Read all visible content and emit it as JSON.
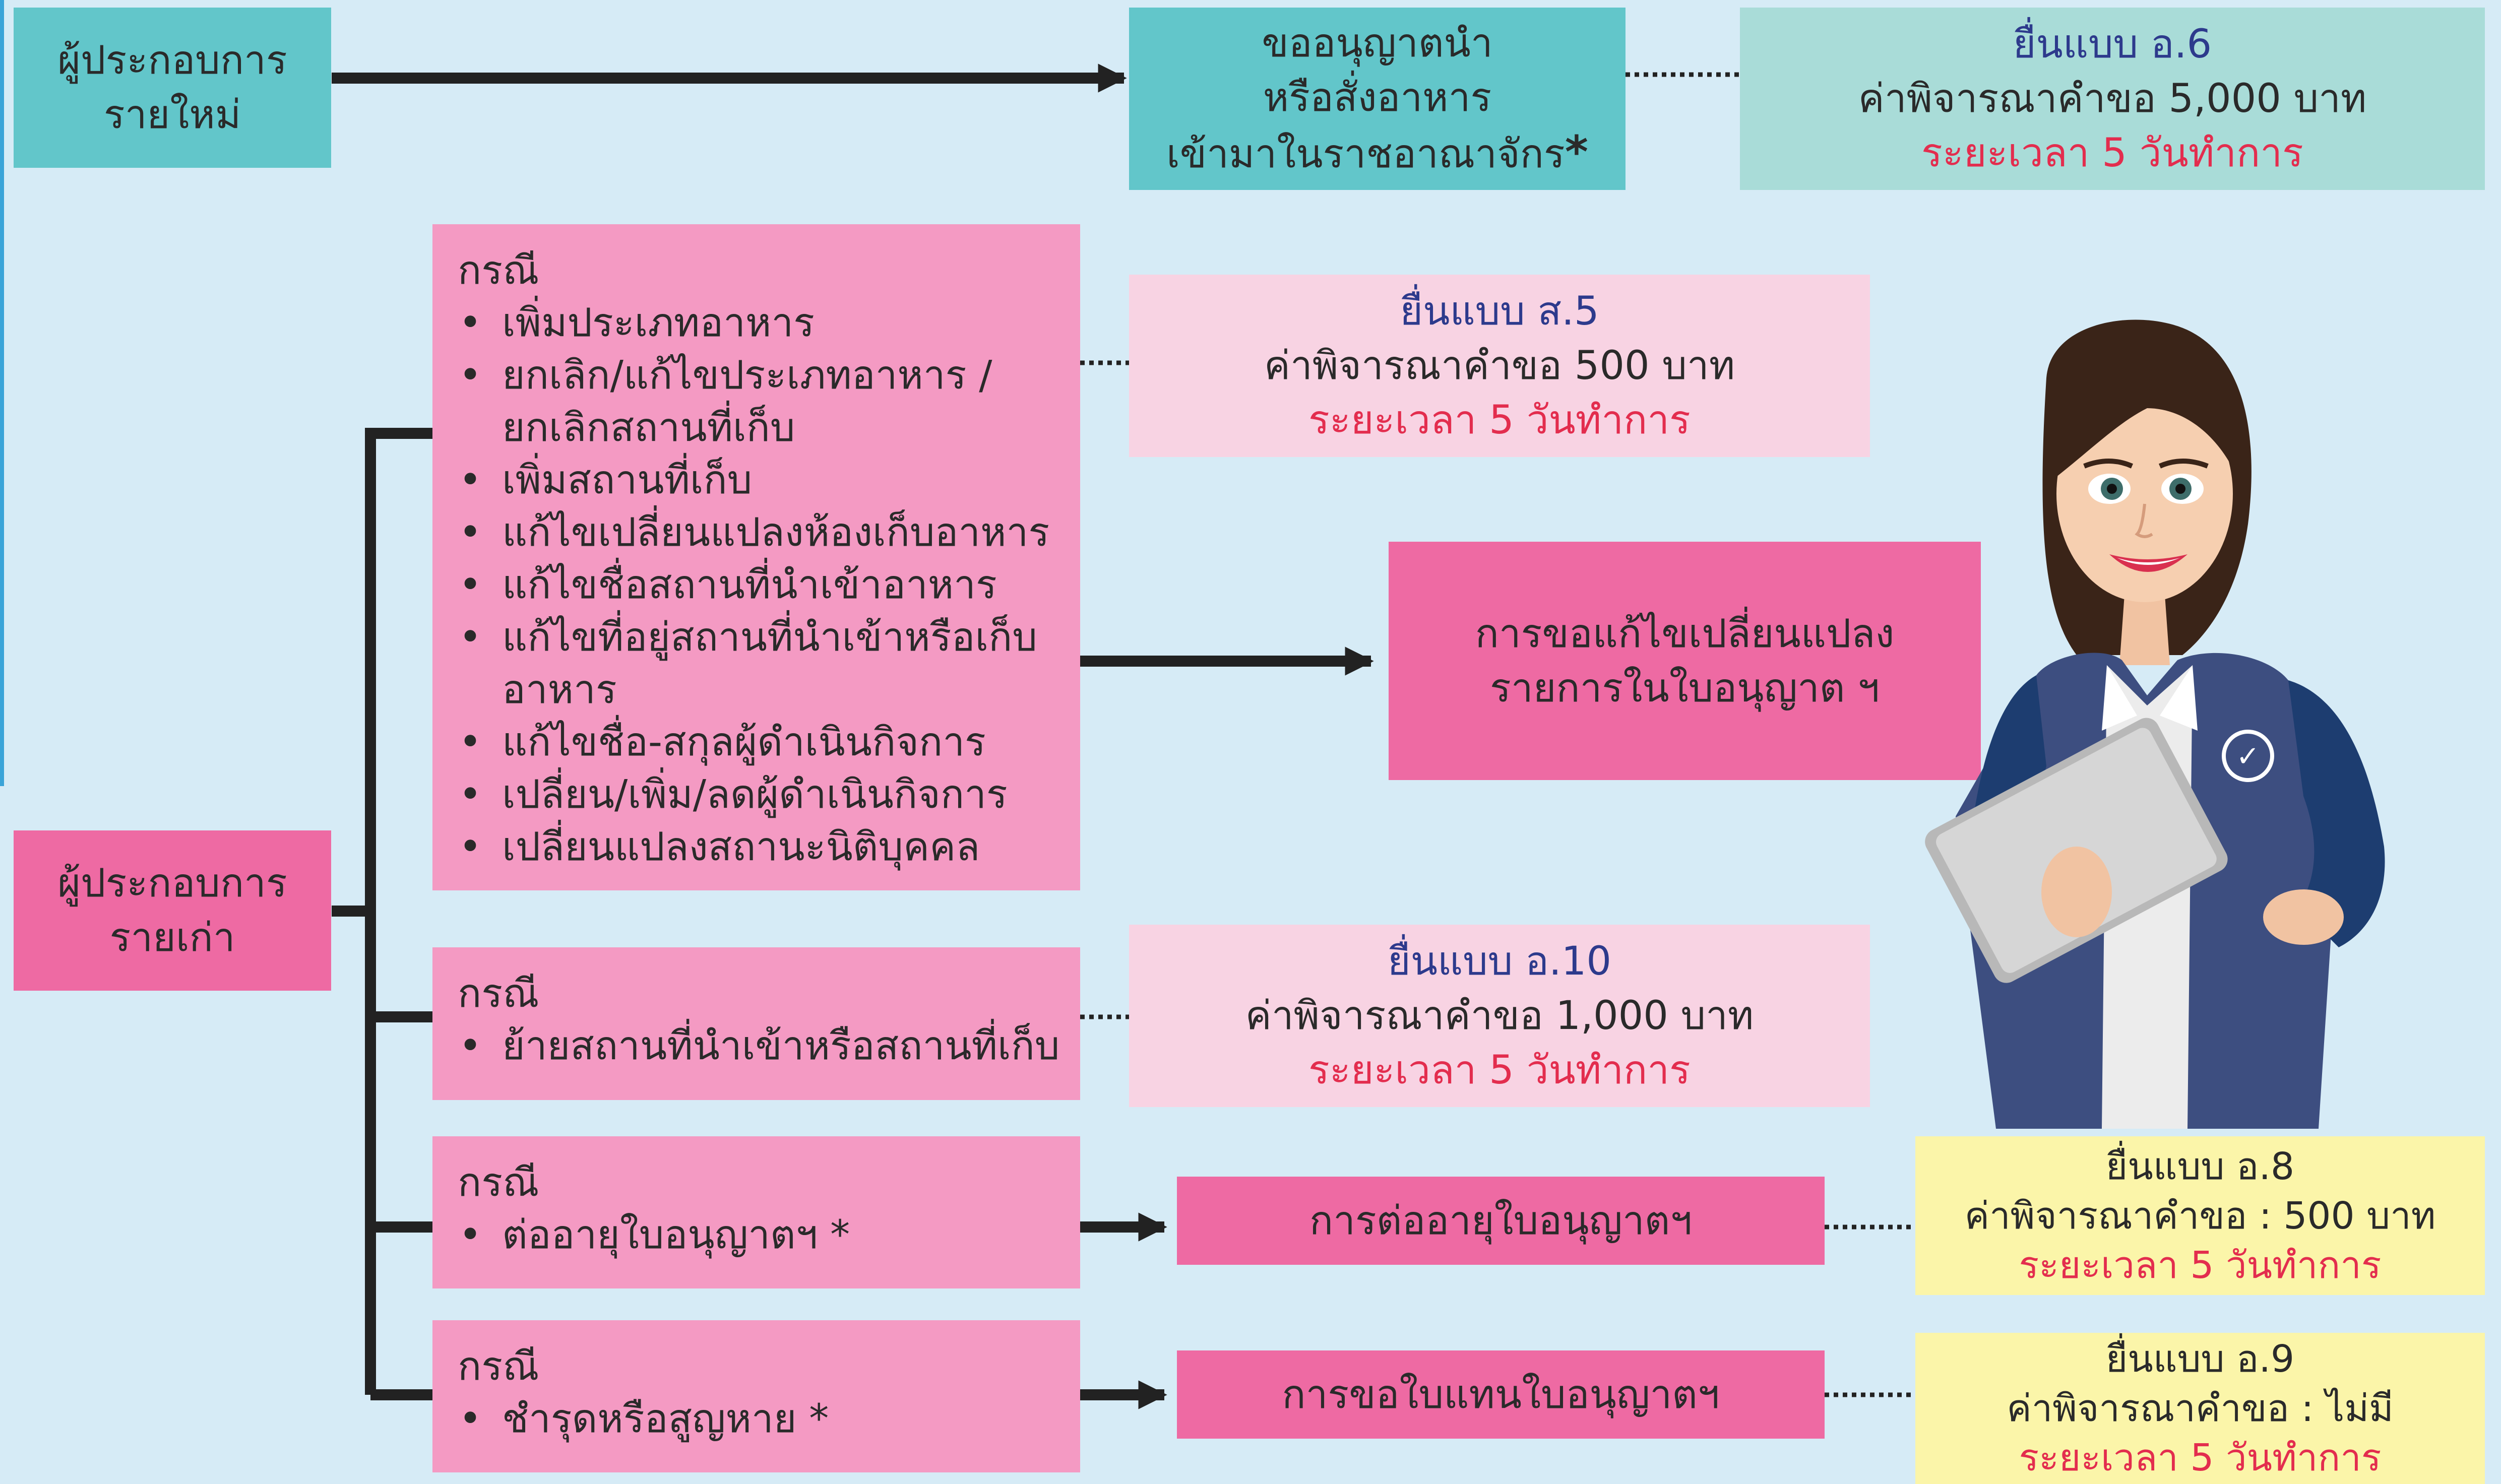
{
  "new_operator": {
    "label_line1": "ผู้ประกอบการ",
    "label_line2": "รายใหม่",
    "process_line1": "ขออนุญาตนำ",
    "process_line2": "หรือสั่งอาหาร",
    "process_line3": "เข้ามาในราชอาณาจักร",
    "asterisk": "*",
    "form": "ยื่นแบบ อ.6",
    "fee": "ค่าพิจารณาคำขอ 5,000 บาท",
    "duration": "ระยะเวลา 5 วันทำการ"
  },
  "old_operator": {
    "label_line1": "ผู้ประกอบการ",
    "label_line2": "รายเก่า"
  },
  "case_changes": {
    "title": "กรณี",
    "items": [
      "เพิ่มประเภทอาหาร",
      "ยกเลิก/แก้ไขประเภทอาหาร / ยกเลิกสถานที่เก็บ",
      "เพิ่มสถานที่เก็บ",
      "แก้ไขเปลี่ยนแปลงห้องเก็บอาหาร",
      "แก้ไขชื่อสถานที่นำเข้าอาหาร",
      "แก้ไขที่อยู่สถานที่นำเข้าหรือเก็บอาหาร",
      "แก้ไขชื่อ-สกุลผู้ดำเนินกิจการ",
      "เปลี่ยน/เพิ่ม/ลดผู้ดำเนินกิจการ",
      "เปลี่ยนแปลงสถานะนิติบุคคล"
    ],
    "form": "ยื่นแบบ ส.5",
    "fee": "ค่าพิจารณาคำขอ 500 บาท",
    "duration": "ระยะเวลา 5 วันทำการ",
    "result_line1": "การขอแก้ไขเปลี่ยนแปลง",
    "result_line2": "รายการในใบอนุญาต ฯ"
  },
  "case_move": {
    "title": "กรณี",
    "item": "ย้ายสถานที่นำเข้าหรือสถานที่เก็บ",
    "form": "ยื่นแบบ อ.10",
    "fee": "ค่าพิจารณาคำขอ 1,000 บาท",
    "duration": "ระยะเวลา 5 วันทำการ"
  },
  "case_renew": {
    "title": "กรณี",
    "item": "ต่ออายุใบอนุญาตฯ *",
    "process": "การต่ออายุใบอนุญาตฯ",
    "form": "ยื่นแบบ อ.8",
    "fee": "ค่าพิจารณาคำขอ : 500 บาท",
    "duration": "ระยะเวลา 5 วันทำการ"
  },
  "case_replace": {
    "title": "กรณี",
    "item": "ชำรุดหรือสูญหาย *",
    "process": "การขอใบแทนใบอนุญาตฯ",
    "form": "ยื่นแบบ อ.9",
    "fee": "ค่าพิจารณาคำขอ : ไม่มี",
    "duration": "ระยะเวลา 5 วันทำการ"
  },
  "colors": {
    "background": "#d6ebf6",
    "teal": "#62c6ca",
    "pink_dark": "#ee6aa3",
    "pink_mid": "#f49ac3",
    "pink_light": "#f8d3e3",
    "yellow": "#fbf5a9",
    "form_blue": "#2d3a8c",
    "duration_red": "#e32d4e"
  },
  "illustration": "woman-with-tablet-icon"
}
